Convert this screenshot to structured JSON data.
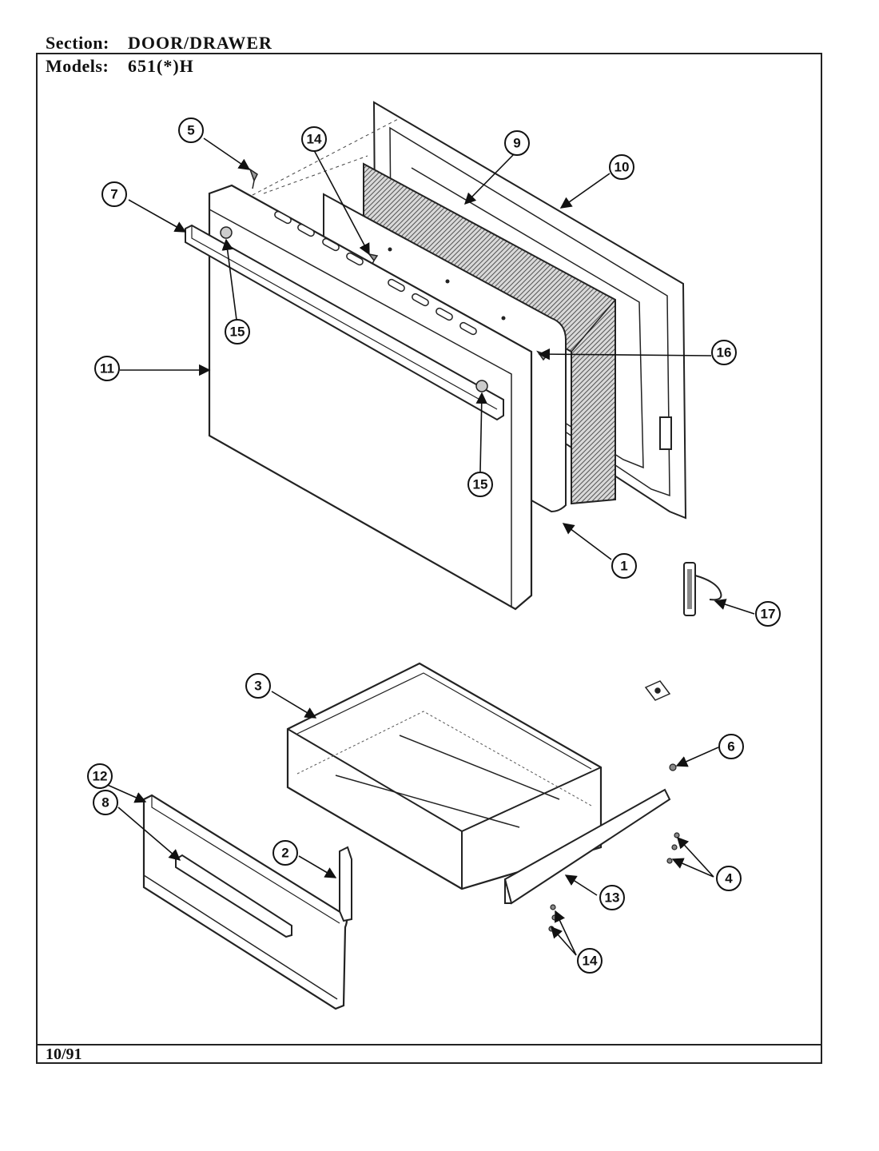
{
  "header": {
    "section_label": "Section:",
    "section_value": "DOOR/DRAWER",
    "models_label": "Models:",
    "models_value": "651(*)H"
  },
  "footer": {
    "date": "10/91"
  },
  "callouts": {
    "c1": "1",
    "c2": "2",
    "c3": "3",
    "c4": "4",
    "c5": "5",
    "c6": "6",
    "c7": "7",
    "c8": "8",
    "c9": "9",
    "c10": "10",
    "c11": "11",
    "c12": "12",
    "c13": "13",
    "c14a": "14",
    "c14b": "14",
    "c15a": "15",
    "c15b": "15",
    "c16": "16",
    "c17": "17"
  }
}
